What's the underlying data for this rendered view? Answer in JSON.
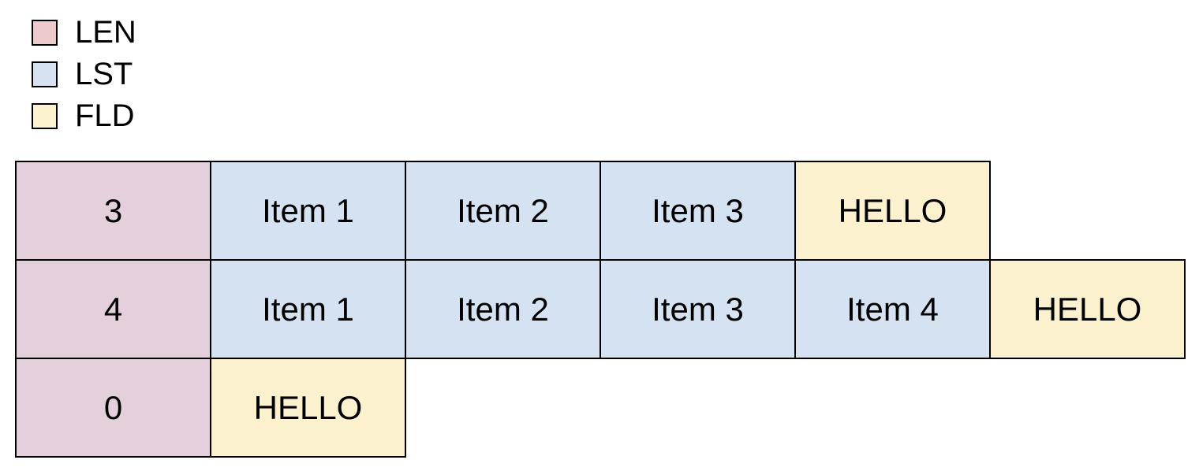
{
  "legend": {
    "items": [
      {
        "label": "LEN",
        "color": "#edcacd"
      },
      {
        "label": "LST",
        "color": "#d6e2f0"
      },
      {
        "label": "FLD",
        "color": "#fdf2d0"
      }
    ]
  },
  "diagram": {
    "colors": {
      "LEN": "#e4d0dc",
      "LST": "#d4e2f2",
      "FLD": "#fbf1ce",
      "border": "#000000"
    },
    "rows": [
      {
        "cells": [
          {
            "type": "LEN",
            "text": "3"
          },
          {
            "type": "LST",
            "text": "Item 1"
          },
          {
            "type": "LST",
            "text": "Item 2"
          },
          {
            "type": "LST",
            "text": "Item 3"
          },
          {
            "type": "FLD",
            "text": "HELLO"
          }
        ]
      },
      {
        "cells": [
          {
            "type": "LEN",
            "text": "4"
          },
          {
            "type": "LST",
            "text": "Item 1"
          },
          {
            "type": "LST",
            "text": "Item 2"
          },
          {
            "type": "LST",
            "text": "Item 3"
          },
          {
            "type": "LST",
            "text": "Item 4"
          },
          {
            "type": "FLD",
            "text": "HELLO"
          }
        ]
      },
      {
        "cells": [
          {
            "type": "LEN",
            "text": "0"
          },
          {
            "type": "FLD",
            "text": "HELLO"
          }
        ]
      }
    ]
  }
}
